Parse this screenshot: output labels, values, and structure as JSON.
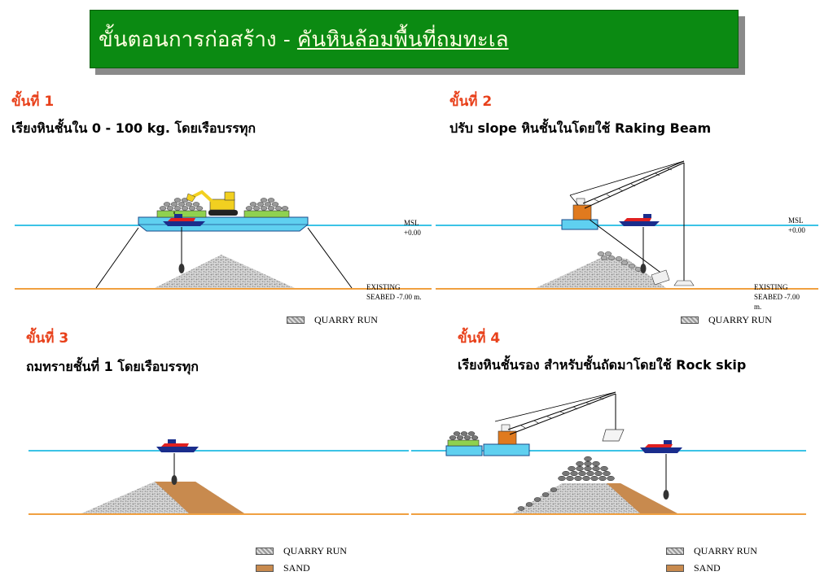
{
  "title": {
    "prefix": "ขั้นตอนการก่อสร้าง - ",
    "underlined": "คันหินล้อมพื้นที่ถมทะเล"
  },
  "steps": [
    {
      "label": "ขั้นที่ 1",
      "desc": "เรียงหินชั้นใน 0 - 100 kg. โดยเรือบรรทุก"
    },
    {
      "label": "ขั้นที่ 2",
      "desc": "ปรับ slope หินชั้นในโดยใช้ Raking Beam"
    },
    {
      "label": "ขั้นที่ 3",
      "desc": "ถมทรายชั้นที่ 1 โดยเรือบรรทุก"
    },
    {
      "label": "ขั้นที่ 4",
      "desc": "เรียงหินชั้นรอง สำหรับชั้นถัดมาโดยใช้ Rock skip"
    }
  ],
  "annotations": {
    "msl": "MSL",
    "msl_value": "+0.00",
    "existing": "EXISTING",
    "seabed": "SEABED  -7.00 m.",
    "seabed_split_a": "SEABED  -7.00",
    "seabed_split_b": "m."
  },
  "legend": {
    "quarry": "QUARRY RUN",
    "sand": "SAND"
  },
  "colors": {
    "title_bg": "#0b8a12",
    "title_text": "#ffffe0",
    "step_label": "#e8401a",
    "water_line": "#3cc3e6",
    "seabed_line": "#f0a040",
    "sand": "#c88a4e",
    "vessel": "#1a2d8c",
    "crane": "#e07a1e",
    "excavator": "#f2d020"
  }
}
